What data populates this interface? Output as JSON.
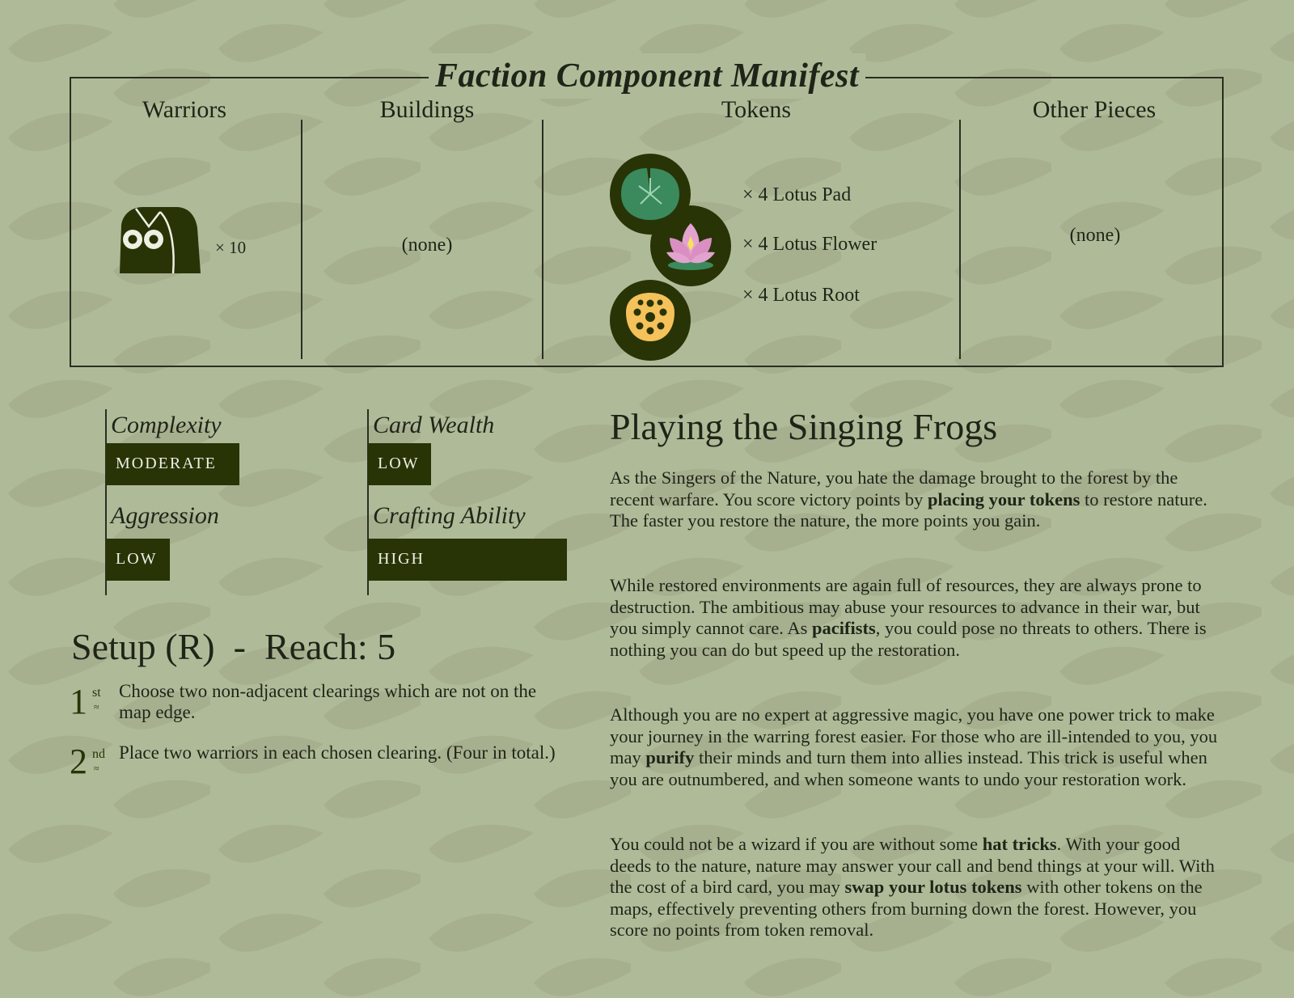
{
  "manifest": {
    "title": "Faction Component Manifest",
    "columns": {
      "warriors": {
        "heading": "Warriors",
        "count": "× 10"
      },
      "buildings": {
        "heading": "Buildings",
        "value": "(none)"
      },
      "tokens": {
        "heading": "Tokens",
        "items": [
          {
            "label": "× 4 Lotus Pad",
            "icon": "lotus-pad-icon"
          },
          {
            "label": "× 4 Lotus Flower",
            "icon": "lotus-flower-icon"
          },
          {
            "label": "× 4 Lotus Root",
            "icon": "lotus-root-icon"
          }
        ]
      },
      "other": {
        "heading": "Other Pieces",
        "value": "(none)"
      }
    }
  },
  "stats": {
    "complexity": {
      "label": "Complexity",
      "value": "MODERATE",
      "level": 2
    },
    "aggression": {
      "label": "Aggression",
      "value": "LOW",
      "level": 1
    },
    "card_wealth": {
      "label": "Card Wealth",
      "value": "LOW",
      "level": 1
    },
    "crafting_ability": {
      "label": "Crafting Ability",
      "value": "HIGH",
      "level": 3
    }
  },
  "setup": {
    "title": "Setup (R)  -  Reach: 5",
    "steps": [
      {
        "num": "1",
        "suffix": "st",
        "text": "Choose two non-adjacent clearings which are not on the map edge."
      },
      {
        "num": "2",
        "suffix": "nd",
        "text": "Place two warriors in each chosen clearing. (Four in total.)"
      }
    ]
  },
  "playing": {
    "title": "Playing the Singing Frogs",
    "paragraphs": [
      [
        {
          "t": "As the Singers of the Nature, you hate the damage brought to the forest by the recent warfare. You score victory points by "
        },
        {
          "t": "placing your tokens",
          "b": true
        },
        {
          "t": " to restore nature. The faster you restore the nature, the more points you gain."
        }
      ],
      [
        {
          "t": "While restored environments are again full of resources, they are always prone to destruction. The ambitious may abuse your resources to advance in their war, but you simply cannot care. As "
        },
        {
          "t": "pacifists",
          "b": true
        },
        {
          "t": ", you could pose no threats to others. There is nothing you can do but speed up the restoration."
        }
      ],
      [
        {
          "t": "Although you are no expert at aggressive magic, you have one power trick to make your journey in the warring forest easier. For those who are ill-intended to you, you may "
        },
        {
          "t": "purify",
          "b": true
        },
        {
          "t": " their minds and turn them into allies instead. This trick is useful when you are outnumbered, and when someone wants to undo your restoration work."
        }
      ],
      [
        {
          "t": "You could not be a wizard if you are without some "
        },
        {
          "t": "hat tricks",
          "b": true
        },
        {
          "t": ". With your good deeds to the nature, nature may answer your call and bend things at your will. With the cost of a bird card, you may "
        },
        {
          "t": "swap your lotus tokens",
          "b": true
        },
        {
          "t": " with other tokens on the maps, effectively preventing others from burning down the forest. However, you score no points from token removal."
        }
      ]
    ]
  },
  "colors": {
    "background": "#afbb98",
    "dark_green": "#283406",
    "pad_green": "#3b8a5e",
    "flower_pink": "#e2a3cf",
    "root_yellow": "#f5c15a"
  }
}
